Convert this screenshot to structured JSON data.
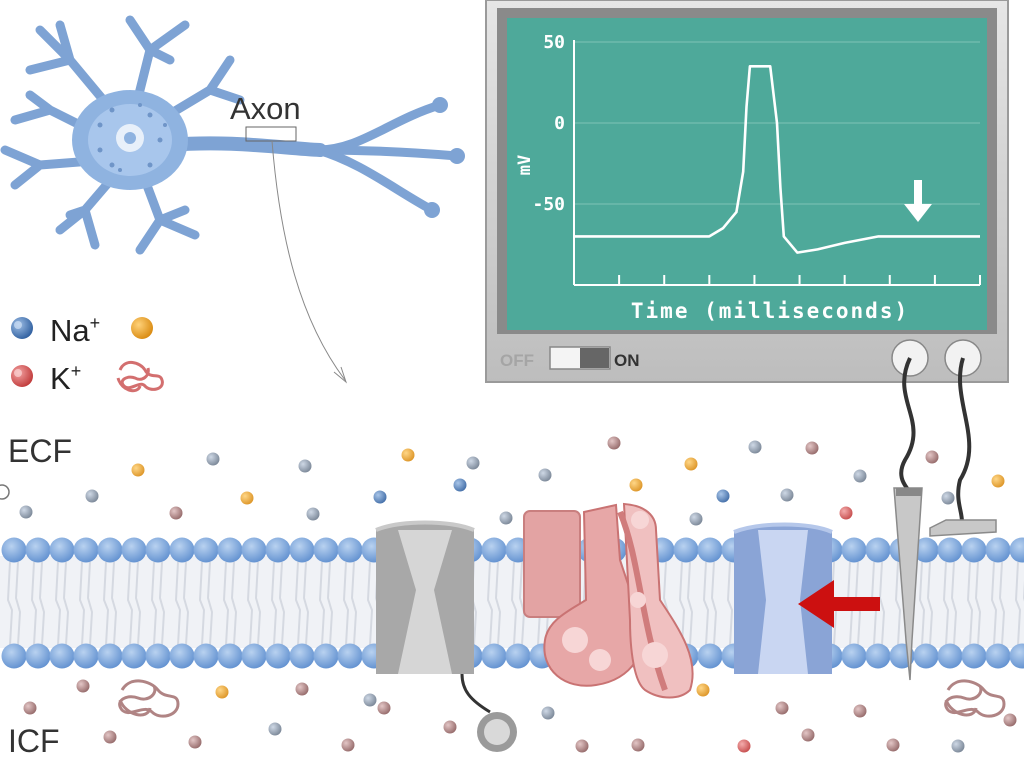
{
  "neuron": {
    "axon_label": "Axon"
  },
  "legend": {
    "items": [
      {
        "label": "Na",
        "sup": "+",
        "color": "#4f80c0"
      },
      {
        "label": "K",
        "sup": "+",
        "color": "#e06666"
      }
    ],
    "extra_ion_color": "#f0a030",
    "protein_color": "#e08c8c"
  },
  "regions": {
    "ecf": "ECF",
    "icf": "ICF"
  },
  "monitor": {
    "switch_off": "OFF",
    "switch_on": "ON",
    "screen_color": "#4ea99a"
  },
  "chart_data": {
    "type": "line",
    "xlabel": "Time (milliseconds)",
    "ylabel": "mV",
    "yticks": [
      50,
      0,
      -50
    ],
    "ylim": [
      -100,
      50
    ],
    "series": [
      {
        "x": [
          0,
          0.5,
          1,
          1.5,
          2,
          2.2,
          2.4,
          2.5,
          2.55,
          2.6,
          2.7,
          2.9,
          3.0,
          3.05,
          3.1,
          3.3,
          3.6,
          4,
          4.5,
          5,
          5.5,
          6
        ],
        "y": [
          -70,
          -70,
          -70,
          -70,
          -70,
          -65,
          -55,
          -30,
          10,
          35,
          35,
          35,
          0,
          -40,
          -70,
          -80,
          -78,
          -74,
          -70,
          -70,
          -70,
          -70
        ]
      }
    ],
    "xticks_count": 9,
    "annotation": "down-arrow"
  }
}
